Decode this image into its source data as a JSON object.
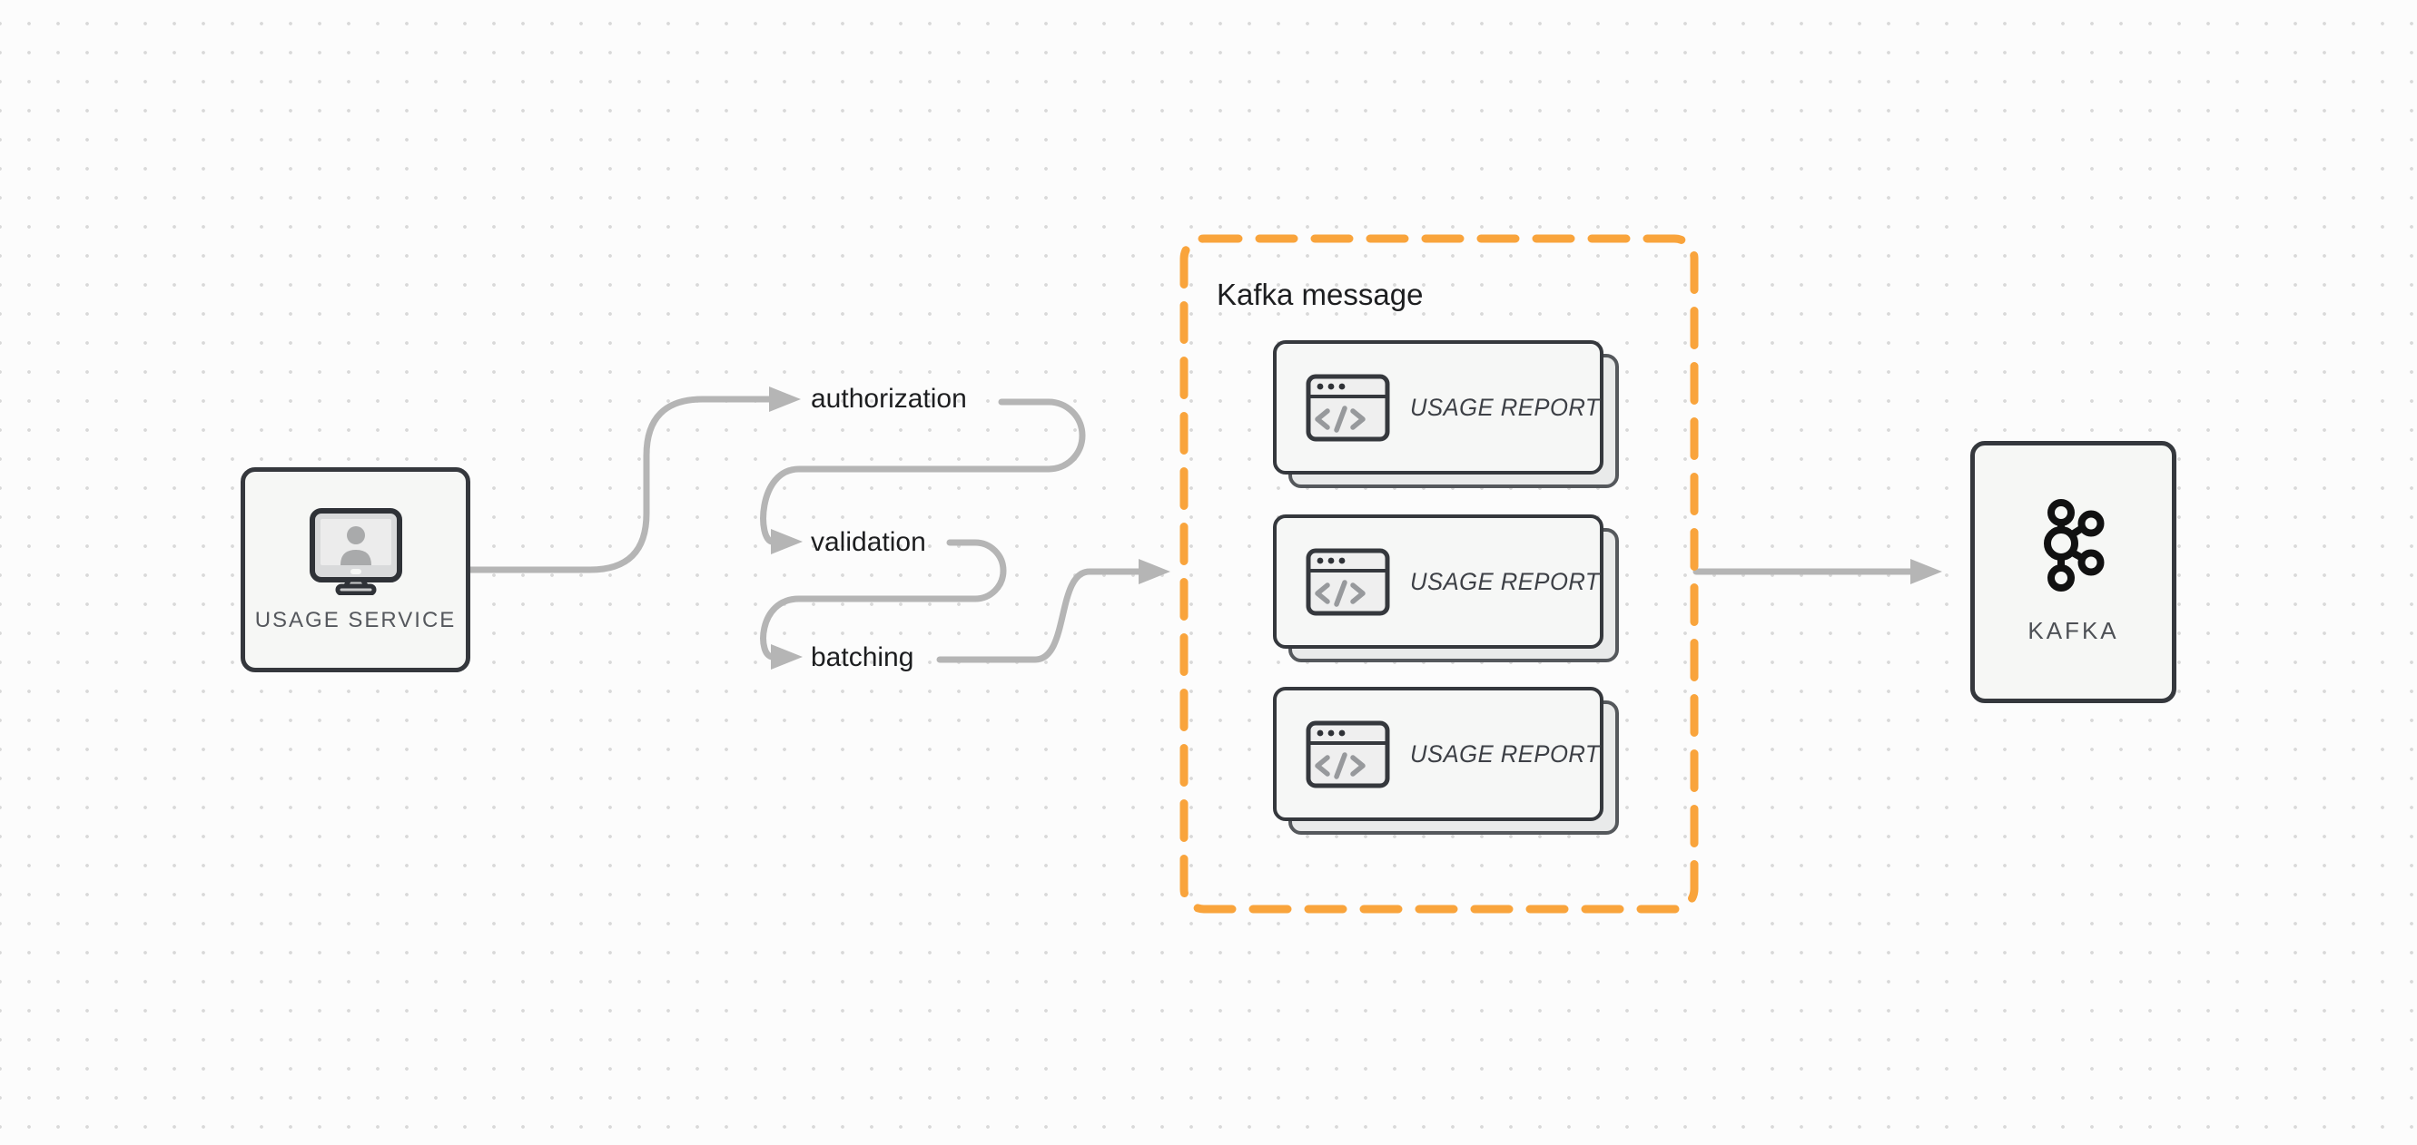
{
  "diagram": {
    "background_color": "#fcfcfc",
    "dot_grid_color": "#d9d9d9",
    "connector_color": "#b5b5b5",
    "node_border_color": "#35383d",
    "node_fill_color": "#f6f7f5"
  },
  "source_node": {
    "label": "USAGE SERVICE",
    "icon": "user-monitor-icon"
  },
  "pipeline": {
    "steps": [
      {
        "label": "authorization"
      },
      {
        "label": "validation"
      },
      {
        "label": "batching"
      }
    ]
  },
  "kafka_message_group": {
    "title": "Kafka message",
    "accent_color": "#F9A43C",
    "cards": [
      {
        "label": "USAGE REPORT",
        "icon": "code-window-icon"
      },
      {
        "label": "USAGE REPORT",
        "icon": "code-window-icon"
      },
      {
        "label": "USAGE REPORT",
        "icon": "code-window-icon"
      }
    ]
  },
  "sink_node": {
    "label": "KAFKA",
    "icon": "kafka-logo-icon"
  }
}
